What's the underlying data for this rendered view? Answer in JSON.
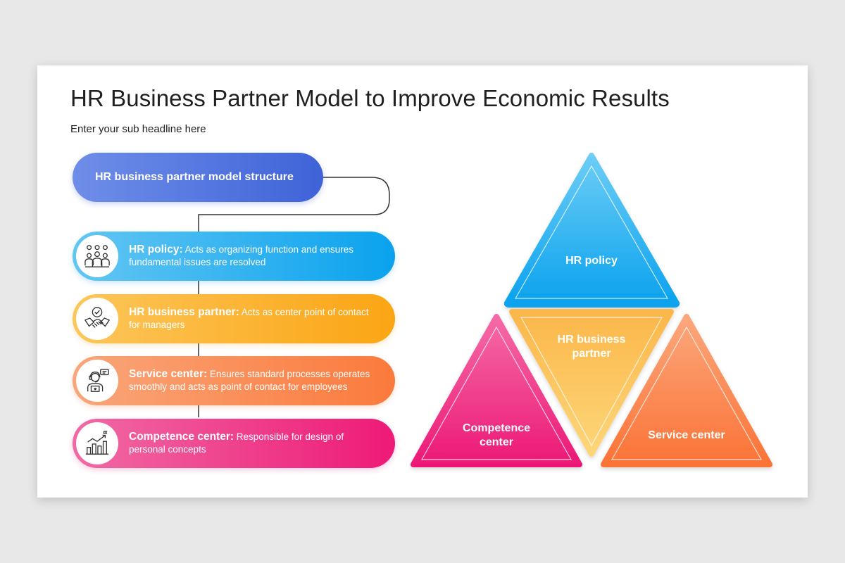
{
  "title": "HR Business Partner Model to Improve Economic Results",
  "subtitle": "Enter your sub headline here",
  "structure": {
    "head_label": "HR business partner model structure",
    "items": [
      {
        "label": "HR policy:",
        "desc": " Acts as organizing function and ensures fundamental issues are resolved",
        "icon": "team-gears-icon",
        "color": "#0aa2ee"
      },
      {
        "label": "HR business partner:",
        "desc": " Acts as center point of contact for managers",
        "icon": "handshake-badge-icon",
        "color": "#fba514"
      },
      {
        "label": "Service center:",
        "desc": " Ensures standard processes operates smoothly and acts as point of contact for employees",
        "icon": "support-agent-icon",
        "color": "#fb7a3c"
      },
      {
        "label": "Competence center:",
        "desc": " Responsible for design of personal concepts",
        "icon": "growth-chart-icon",
        "color": "#ee1a77"
      }
    ]
  },
  "pyramid": {
    "top": "HR policy",
    "center": "HR business partner",
    "left": "Competence center",
    "right": "Service center"
  }
}
